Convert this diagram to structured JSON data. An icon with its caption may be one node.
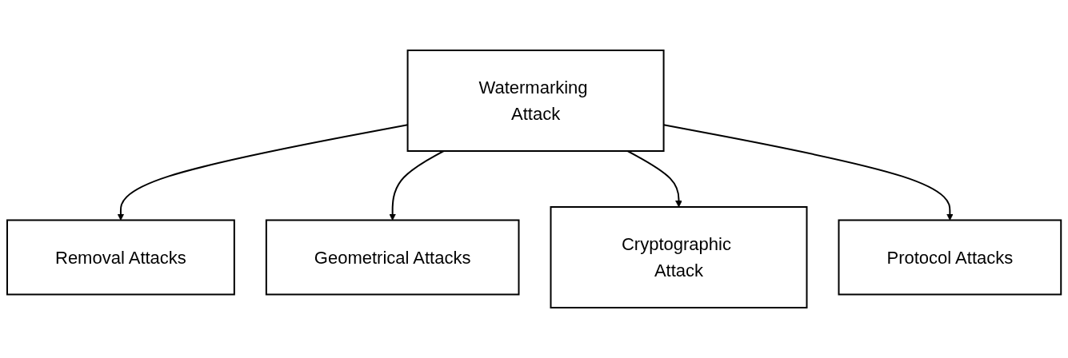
{
  "diagram": {
    "nodes": [
      {
        "text": [
          "Watermarking Attack"
        ]
      },
      {
        "text": [
          "Removal Attacks"
        ]
      },
      {
        "text": [
          "Geometrical Attacks"
        ]
      },
      {
        "text": [
          "Cryptographic Attack"
        ]
      },
      {
        "text": [
          "Protocol Attacks"
        ]
      }
    ],
    "edges": [
      {
        "from": 0,
        "to": 1,
        "arrow": "to"
      },
      {
        "from": 0,
        "to": 2,
        "arrow": "to"
      },
      {
        "from": 0,
        "to": 3,
        "arrow": "to"
      },
      {
        "from": 0,
        "to": 4,
        "arrow": "to"
      }
    ]
  }
}
